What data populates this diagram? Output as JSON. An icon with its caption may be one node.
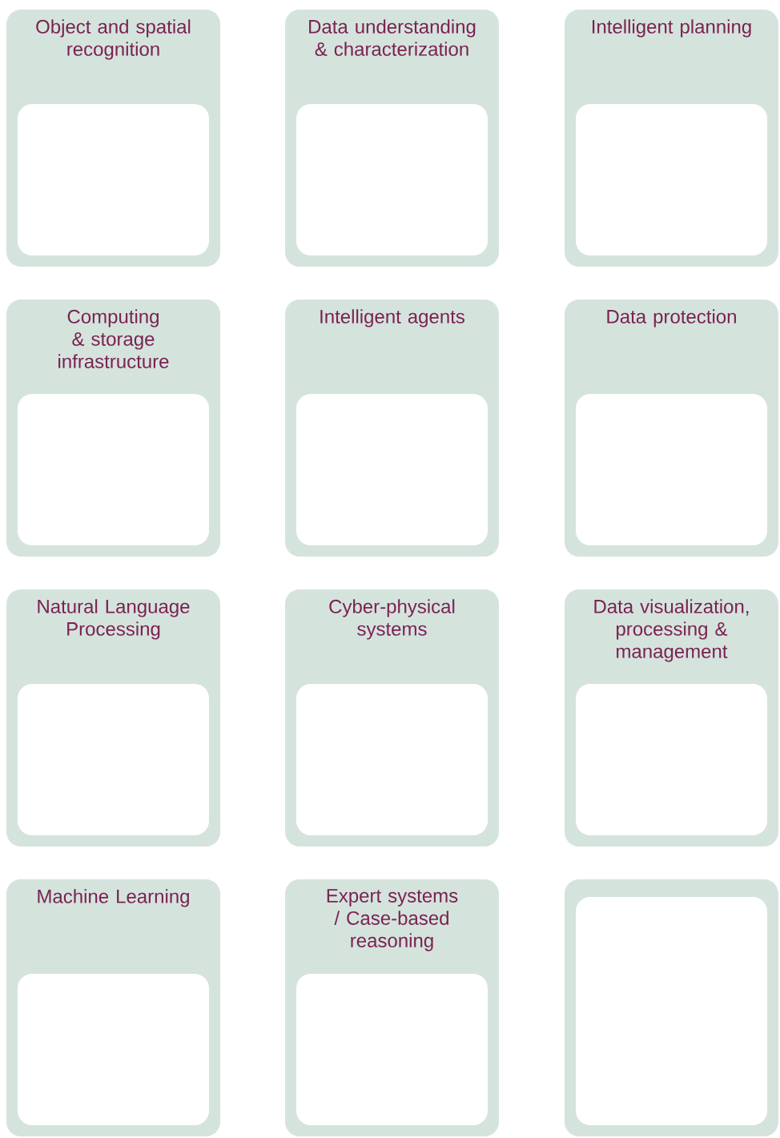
{
  "diagram": {
    "nodes": [
      {
        "text": [
          "Object and spatial recognition"
        ]
      },
      {
        "text": [],
        "shape": "box",
        "in": 0
      },
      {
        "text": [
          "Data understanding & characterization"
        ]
      },
      {
        "text": [],
        "shape": "box",
        "in": 2
      },
      {
        "text": [
          "Intelligent planning"
        ]
      },
      {
        "text": [],
        "shape": "box",
        "in": 4
      },
      {
        "text": [
          "Computing & storage infrastructure"
        ]
      },
      {
        "text": [],
        "shape": "box",
        "in": 6
      },
      {
        "text": [
          "Intelligent agents"
        ]
      },
      {
        "text": [],
        "shape": "box",
        "in": 8
      },
      {
        "text": [
          "Data protection"
        ]
      },
      {
        "text": [],
        "shape": "box",
        "in": 10
      },
      {
        "text": [
          "Natural Language Processing"
        ]
      },
      {
        "text": [],
        "shape": "box",
        "in": 12
      },
      {
        "text": [
          "Cyber-physical systems"
        ]
      },
      {
        "text": [],
        "shape": "box",
        "in": 14
      },
      {
        "text": [
          "Data visualization, processing & management"
        ]
      },
      {
        "text": [],
        "shape": "box",
        "in": 16
      },
      {
        "text": [
          "Machine Learning"
        ]
      },
      {
        "text": [],
        "shape": "box",
        "in": 18
      },
      {
        "text": [
          "Expert systems / Case-based reasoning"
        ]
      },
      {
        "text": [],
        "shape": "box",
        "in": 20
      },
      {
        "text": [],
        "shape": "box"
      },
      {
        "text": [],
        "shape": "box",
        "in": 22
      }
    ]
  }
}
